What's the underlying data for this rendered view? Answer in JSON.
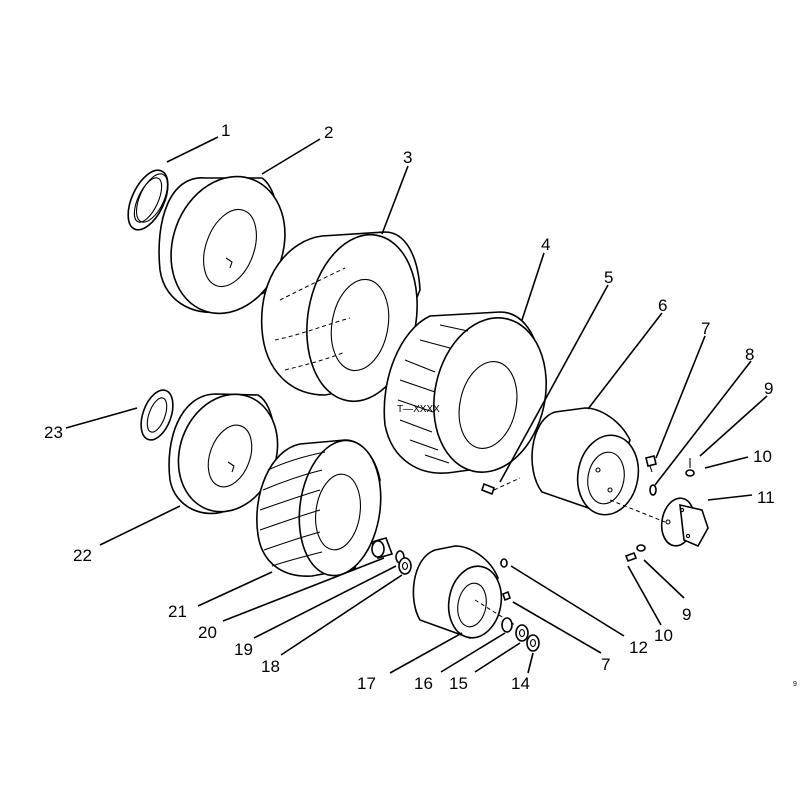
{
  "callouts": {
    "c1": "1",
    "c2": "2",
    "c3": "3",
    "c4": "4",
    "c5": "5",
    "c6": "6",
    "c7a": "7",
    "c8": "8",
    "c9a": "9",
    "c10a": "10",
    "c11": "11",
    "c9b": "9",
    "c10b": "10",
    "c12": "12",
    "c7b": "7",
    "c14": "14",
    "c15": "15",
    "c16": "16",
    "c17": "17",
    "c18": "18",
    "c19": "19",
    "c20": "20",
    "c21": "21",
    "c22": "22",
    "c23": "23"
  },
  "tire_marking": "T—XXXX",
  "corner_mark": "9"
}
